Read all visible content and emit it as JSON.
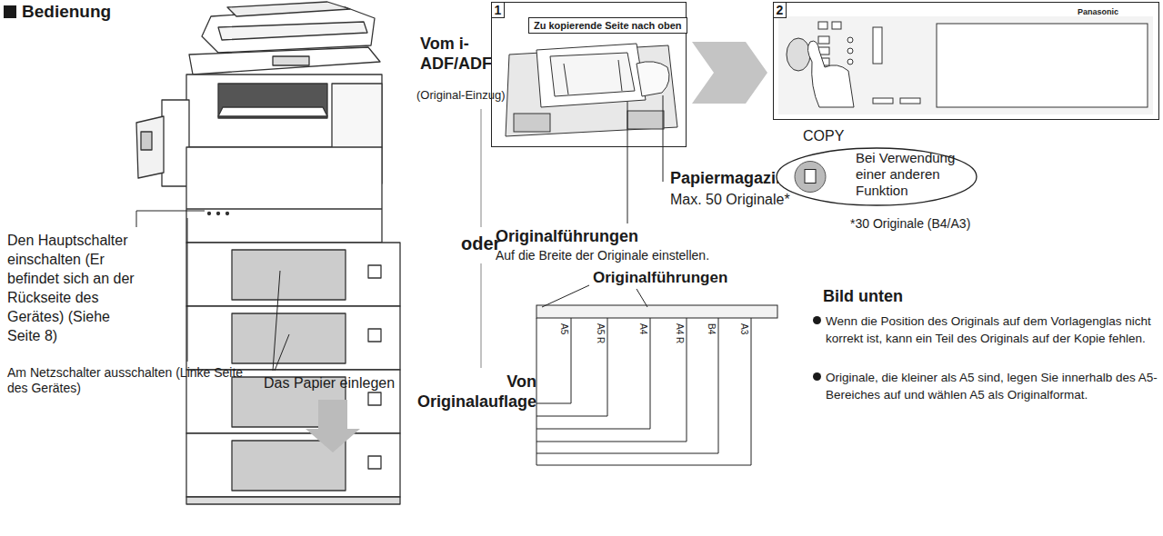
{
  "diagram": {
    "title": "Bedienung",
    "nodes": [
      {
        "text": [
          "1"
        ]
      },
      {
        "text": [
          "Zu kopierende Seite nach oben"
        ],
        "in": 0
      },
      {
        "text": [
          "2"
        ]
      },
      {
        "text": [
          "COPY",
          "Bei Verwendung einer anderen Funktion"
        ]
      }
    ],
    "edges": [
      {
        "from": 0,
        "to": 2,
        "arrow": "to"
      }
    ],
    "labels": [
      "Vom i-ADF/ADF",
      "(Original-Einzug)",
      "oder",
      "Von Originalauflage",
      "Den Hauptschalter einschalten (Er befindet sich an der Rückseite des Gerätes) (Siehe Seite 8)",
      "Am Netzschalter ausschalten (Linke Seite des Gerätes)",
      "Das Papier einlegen",
      "Papiermagazin",
      "Max. 50 Originale*",
      "Originalführungen",
      "Auf die Breite der Originale einstellen.",
      "*30 Originale (B4/A3)",
      "Originalführungen",
      "A5",
      "A5 R",
      "A4",
      "A4 R",
      "B4",
      "A3",
      "Bild unten",
      "Wenn die Position des Originals auf dem Vorlagenglas nicht korrekt ist, kann ein Teil des Originals auf der Kopie fehlen.",
      "Originale, die kleiner als A5 sind, legen Sie innerhalb des A5-Bereiches auf und wählen A5 als Originalformat.",
      "Panasonic"
    ]
  }
}
